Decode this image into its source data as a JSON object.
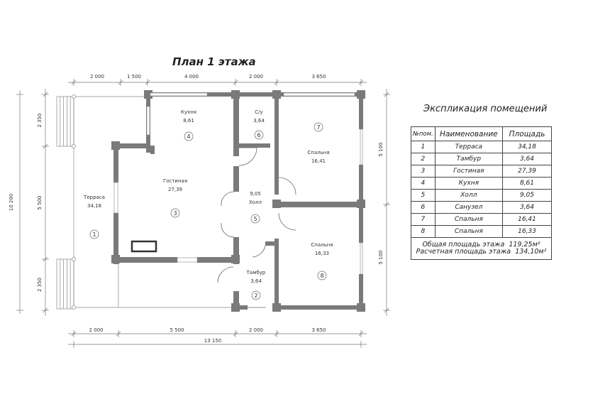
{
  "plan": {
    "title": "План 1 этажа",
    "dimensions_top": [
      "2 000",
      "1 500",
      "4 000",
      "2 000",
      "3 650"
    ],
    "dimensions_bottom": [
      "2 000",
      "5 500",
      "2 000",
      "3 650"
    ],
    "dimension_total_bottom": "13 150",
    "dimensions_left_outer": "10 200",
    "dimensions_left_inner": [
      "2 350",
      "5 500",
      "2 350"
    ],
    "dimensions_right": [
      "5 100",
      "5 100"
    ],
    "rooms": [
      {
        "name": "Терраса",
        "area": "34,18",
        "num": "1"
      },
      {
        "name": "Тамбур",
        "area": "3,64",
        "num": "2"
      },
      {
        "name": "Гостиная",
        "area": "27,39",
        "num": "3"
      },
      {
        "name": "Кухня",
        "area": "8,61",
        "num": "4"
      },
      {
        "name": "Холл",
        "area": "9,05",
        "num": "5"
      },
      {
        "name": "С/у",
        "area": "3,64",
        "num": "6"
      },
      {
        "name": "Спальня",
        "area": "16,41",
        "num": "7"
      },
      {
        "name": "Спальня",
        "area": "16,33",
        "num": "8"
      }
    ]
  },
  "explication": {
    "title": "Экспликация помещений",
    "headers": [
      "№пом.",
      "Наименование",
      "Площадь"
    ],
    "rows": [
      [
        "1",
        "Терраса",
        "34,18"
      ],
      [
        "2",
        "Тамбур",
        "3,64"
      ],
      [
        "3",
        "Гостиная",
        "27,39"
      ],
      [
        "4",
        "Кухня",
        "8,61"
      ],
      [
        "5",
        "Холл",
        "9,05"
      ],
      [
        "6",
        "Санузел",
        "3,64"
      ],
      [
        "7",
        "Спальня",
        "16,41"
      ],
      [
        "8",
        "Спальня",
        "16,33"
      ]
    ],
    "total_label": "Общая площадь этажа",
    "total_value": "119,25м²",
    "calc_label": "Расчетная площадь этажа",
    "calc_value": "134,10м²"
  },
  "colors": {
    "wall": "#7a7a7a",
    "line": "#555555"
  }
}
